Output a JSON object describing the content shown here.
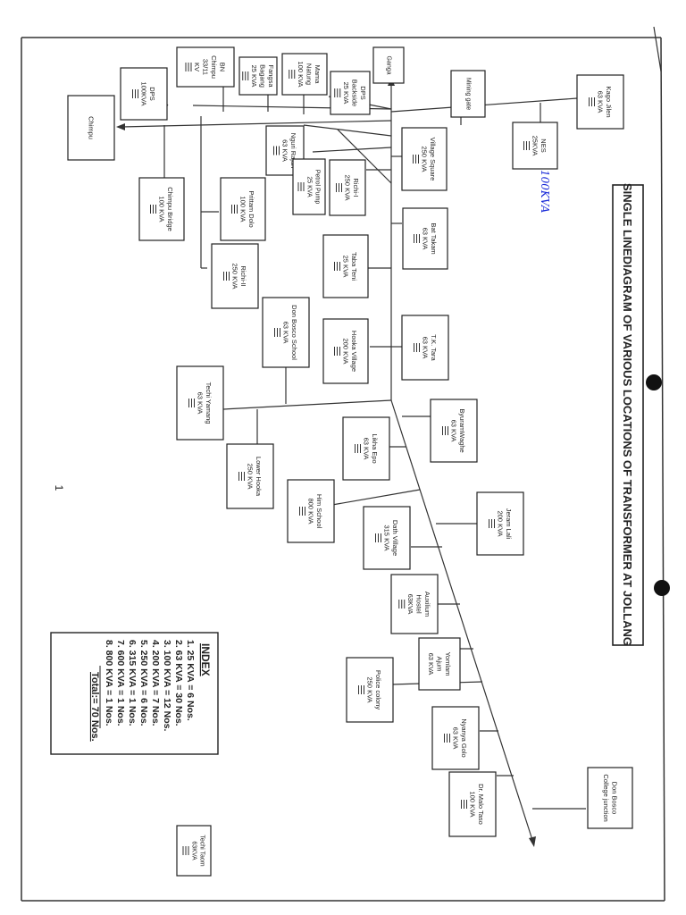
{
  "title": "SINGLE LINEDIAGRAM OF VARIOUS LOCATIONS OF TRANSFORMER AT JOLLANG",
  "page_number": "1",
  "index": {
    "heading": "INDEX",
    "rows": [
      "1. 25 KVA     = 6 Nos.",
      "2. 63 KVA     = 30 Nos.",
      "3. 100 KVA   = 12 Nos.",
      "4. 200 KVA   = 7 Nos.",
      "5. 250 KVA   = 6 Nos.",
      "6. 315 KVA   = 1 Nos.",
      "7. 600 KVA   = 1 Nos.",
      "8. 800 KVA   = 1 Nos."
    ],
    "total": "Total:= 70 Nos."
  },
  "handwritten_note": "100KVA",
  "nodes": [
    {
      "id": "chimpu",
      "lines": [
        "Chimpu"
      ]
    },
    {
      "id": "dps-100",
      "lines": [
        "DPS",
        "100KVA"
      ]
    },
    {
      "id": "bn-chimpu",
      "lines": [
        "BN",
        "Chimpu",
        "33/11",
        "KV"
      ]
    },
    {
      "id": "fangsa",
      "lines": [
        "Fangsa",
        "Bagang",
        "25 KVA"
      ]
    },
    {
      "id": "mama",
      "lines": [
        "Mama",
        "Natung",
        "100 KVA"
      ]
    },
    {
      "id": "dps-backside",
      "lines": [
        "DPS",
        "Backside",
        "25 KVA"
      ]
    },
    {
      "id": "ganga",
      "lines": [
        "Ganga"
      ]
    },
    {
      "id": "mining-gate",
      "lines": [
        "Mining gate"
      ]
    },
    {
      "id": "kago",
      "lines": [
        "Kago Jilen",
        "63 KVA"
      ]
    },
    {
      "id": "nes",
      "lines": [
        "NES",
        "25KVA"
      ]
    },
    {
      "id": "nguri",
      "lines": [
        "Nguri Rajan",
        "63 KVA"
      ]
    },
    {
      "id": "village-square",
      "lines": [
        "Village Square",
        "250 KVA"
      ]
    },
    {
      "id": "petrol-pump",
      "lines": [
        "Petrol Pump",
        "25 KVA"
      ]
    },
    {
      "id": "richi-1",
      "lines": [
        "Richi-I",
        "250 KVA"
      ]
    },
    {
      "id": "chimpu-bridge",
      "lines": [
        "Chimpu Bridge",
        "100 KVA"
      ]
    },
    {
      "id": "pritam",
      "lines": [
        "Prittam Dolo",
        "100 KVA"
      ]
    },
    {
      "id": "bat-takam",
      "lines": [
        "Bat Takam",
        "63 KVA"
      ]
    },
    {
      "id": "taba-teni",
      "lines": [
        "Taba Teni",
        "25 KVA"
      ]
    },
    {
      "id": "richi-2",
      "lines": [
        "Richi-II",
        "250 KVA"
      ]
    },
    {
      "id": "don-bosco-school",
      "lines": [
        "Don Bosco School",
        "63 KVA"
      ]
    },
    {
      "id": "hooka-village",
      "lines": [
        "Hooka Village",
        "200 KVA"
      ]
    },
    {
      "id": "tk-tara",
      "lines": [
        "T.K. Tara",
        "63 KVA"
      ]
    },
    {
      "id": "techi-yamang",
      "lines": [
        "Techi Yamang",
        "63 KVA"
      ]
    },
    {
      "id": "byuram",
      "lines": [
        "ByuramWaghe",
        "63 KVA"
      ]
    },
    {
      "id": "likha-epo",
      "lines": [
        "Likha Epo",
        "63 KVA"
      ]
    },
    {
      "id": "lower-hooka",
      "lines": [
        "Lower Hooka",
        "250 KVA"
      ]
    },
    {
      "id": "jeram",
      "lines": [
        "Jeram Lali",
        "200 KVA"
      ]
    },
    {
      "id": "him-school",
      "lines": [
        "Him School",
        "800 KVA"
      ]
    },
    {
      "id": "dath-village",
      "lines": [
        "Dath Village",
        "315 KVA"
      ]
    },
    {
      "id": "auxilium",
      "lines": [
        "Auxilium",
        "Hostel",
        "63KVA"
      ]
    },
    {
      "id": "yomlam",
      "lines": [
        "Yomlam",
        "Ajum",
        "63 KVA"
      ]
    },
    {
      "id": "police-colony",
      "lines": [
        "Police colony",
        "250 KVA"
      ]
    },
    {
      "id": "nyanya",
      "lines": [
        "Nyanya Golo",
        "63 KVA"
      ]
    },
    {
      "id": "malo",
      "lines": [
        "Dr. Malo Taso",
        "100 KVA"
      ]
    },
    {
      "id": "don-bosco-college",
      "lines": [
        "Don Bosco",
        "College junction"
      ]
    },
    {
      "id": "techi-taom",
      "lines": [
        "Techi Taom",
        "63KVA"
      ]
    }
  ]
}
